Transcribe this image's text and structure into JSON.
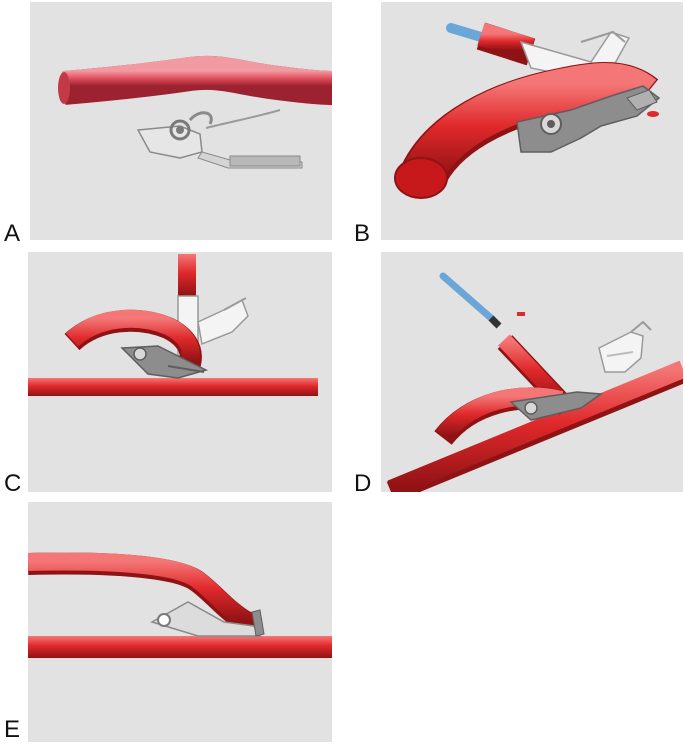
{
  "panels": [
    {
      "letter": "A"
    },
    {
      "letter": "B"
    },
    {
      "letter": "C"
    },
    {
      "letter": "D"
    },
    {
      "letter": "E"
    }
  ],
  "colors": {
    "background": "#ffffff",
    "panel_background": "#e2e2e2",
    "vessel": "#e0292b",
    "vessel_shadow": "#8f1214",
    "smooth_vessel": "#e45a66",
    "device_gray": "#8d8d8d",
    "applicator_white": "#f4f4f4",
    "catheter_blue": "#6aa6d8"
  }
}
